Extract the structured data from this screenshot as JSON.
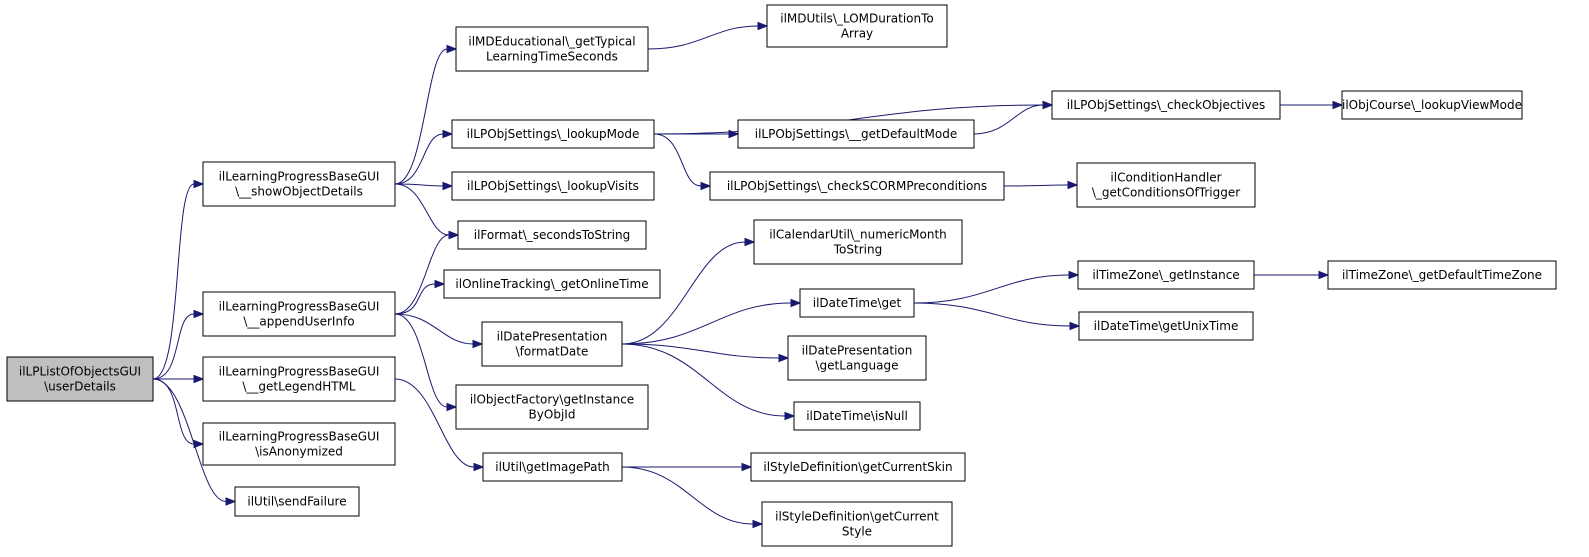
{
  "graph": {
    "nodes": {
      "n_root": {
        "lines": [
          "ilLPListOfObjectsGUI",
          "\\userDetails"
        ],
        "root": true
      },
      "n_show": {
        "lines": [
          "ilLearningProgressBaseGUI",
          "\\__showObjectDetails"
        ]
      },
      "n_append": {
        "lines": [
          "ilLearningProgressBaseGUI",
          "\\__appendUserInfo"
        ]
      },
      "n_legend": {
        "lines": [
          "ilLearningProgressBaseGUI",
          "\\__getLegendHTML"
        ]
      },
      "n_anon": {
        "lines": [
          "ilLearningProgressBaseGUI",
          "\\isAnonymized"
        ]
      },
      "n_sendfail": {
        "lines": [
          "ilUtil\\sendFailure"
        ]
      },
      "n_mdedu": {
        "lines": [
          "ilMDEducational\\_getTypical",
          "LearningTimeSeconds"
        ]
      },
      "n_lookupmode": {
        "lines": [
          "ilLPObjSettings\\_lookupMode"
        ]
      },
      "n_lookupvisits": {
        "lines": [
          "ilLPObjSettings\\_lookupVisits"
        ]
      },
      "n_format": {
        "lines": [
          "ilFormat\\_secondsToString"
        ]
      },
      "n_online": {
        "lines": [
          "ilOnlineTracking\\_getOnlineTime"
        ]
      },
      "n_datepres": {
        "lines": [
          "ilDatePresentation",
          "\\formatDate"
        ]
      },
      "n_objfactory": {
        "lines": [
          "ilObjectFactory\\getInstance",
          "ByObjId"
        ]
      },
      "n_imagepath": {
        "lines": [
          "ilUtil\\getImagePath"
        ]
      },
      "n_lomdur": {
        "lines": [
          "ilMDUtils\\_LOMDurationTo",
          "Array"
        ]
      },
      "n_getdefmode": {
        "lines": [
          "ilLPObjSettings\\__getDefaultMode"
        ]
      },
      "n_checkscorm": {
        "lines": [
          "ilLPObjSettings\\_checkSCORMPreconditions"
        ]
      },
      "n_checkobj": {
        "lines": [
          "ilLPObjSettings\\_checkObjectives"
        ]
      },
      "n_viewmode": {
        "lines": [
          "ilObjCourse\\_lookupViewMode"
        ]
      },
      "n_cond": {
        "lines": [
          "ilConditionHandler",
          "\\_getConditionsOfTrigger"
        ]
      },
      "n_calutil": {
        "lines": [
          "ilCalendarUtil\\_numericMonth",
          "ToString"
        ]
      },
      "n_dtget": {
        "lines": [
          "ilDateTime\\get"
        ]
      },
      "n_getlang": {
        "lines": [
          "ilDatePresentation",
          "\\getLanguage"
        ]
      },
      "n_isnull": {
        "lines": [
          "ilDateTime\\isNull"
        ]
      },
      "n_tzinst": {
        "lines": [
          "ilTimeZone\\_getInstance"
        ]
      },
      "n_tzdef": {
        "lines": [
          "ilTimeZone\\_getDefaultTimeZone"
        ]
      },
      "n_unix": {
        "lines": [
          "ilDateTime\\getUnixTime"
        ]
      },
      "n_curskin": {
        "lines": [
          "ilStyleDefinition\\getCurrentSkin"
        ]
      },
      "n_curstyle": {
        "lines": [
          "ilStyleDefinition\\getCurrent",
          "Style"
        ]
      }
    },
    "edges": [
      [
        "n_root",
        "n_show"
      ],
      [
        "n_root",
        "n_append"
      ],
      [
        "n_root",
        "n_legend"
      ],
      [
        "n_root",
        "n_anon"
      ],
      [
        "n_root",
        "n_sendfail"
      ],
      [
        "n_show",
        "n_mdedu"
      ],
      [
        "n_show",
        "n_lookupmode"
      ],
      [
        "n_show",
        "n_lookupvisits"
      ],
      [
        "n_show",
        "n_format"
      ],
      [
        "n_append",
        "n_format"
      ],
      [
        "n_append",
        "n_online"
      ],
      [
        "n_append",
        "n_datepres"
      ],
      [
        "n_append",
        "n_objfactory"
      ],
      [
        "n_legend",
        "n_imagepath"
      ],
      [
        "n_mdedu",
        "n_lomdur"
      ],
      [
        "n_lookupmode",
        "n_checkobj"
      ],
      [
        "n_lookupmode",
        "n_getdefmode"
      ],
      [
        "n_lookupmode",
        "n_checkscorm"
      ],
      [
        "n_getdefmode",
        "n_checkobj"
      ],
      [
        "n_checkobj",
        "n_viewmode"
      ],
      [
        "n_checkscorm",
        "n_cond"
      ],
      [
        "n_datepres",
        "n_calutil"
      ],
      [
        "n_datepres",
        "n_dtget"
      ],
      [
        "n_datepres",
        "n_getlang"
      ],
      [
        "n_datepres",
        "n_isnull"
      ],
      [
        "n_dtget",
        "n_tzinst"
      ],
      [
        "n_dtget",
        "n_unix"
      ],
      [
        "n_tzinst",
        "n_tzdef"
      ],
      [
        "n_imagepath",
        "n_curskin"
      ],
      [
        "n_imagepath",
        "n_curstyle"
      ]
    ]
  }
}
